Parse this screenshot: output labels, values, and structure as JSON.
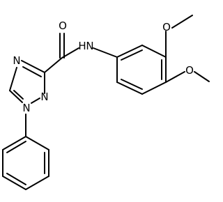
{
  "molecule": {
    "atoms": {
      "carbonyl_o": "O",
      "amide_n": "N",
      "amide_h": "H",
      "methoxy_o_top": "O",
      "methoxy_o_right": "O",
      "triazole_n4": "N",
      "triazole_n2": "N",
      "triazole_n1": "N"
    }
  }
}
